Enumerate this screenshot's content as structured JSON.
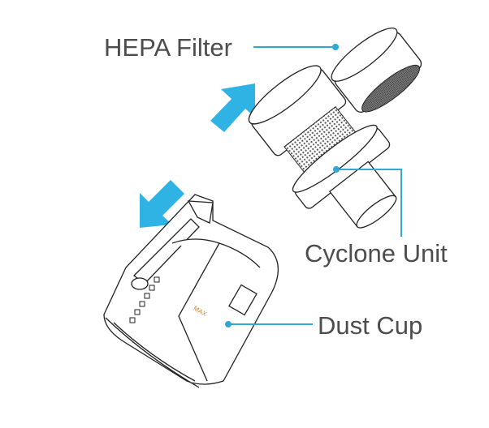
{
  "labels": {
    "hepa_filter": "HEPA Filter",
    "cyclone_unit": "Cyclone Unit",
    "dust_cup": "Dust Cup",
    "max_mark": "MAX"
  },
  "colors": {
    "accent": "#2fa8d8",
    "text": "#4d4d4d",
    "max_mark": "#d9822b"
  }
}
